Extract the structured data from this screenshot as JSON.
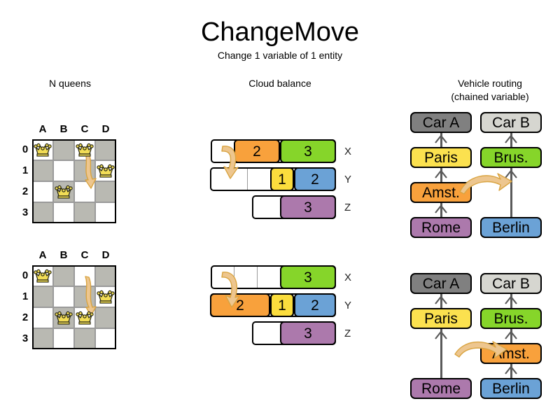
{
  "title": "ChangeMove",
  "subtitle": "Change 1 variable of 1 entity",
  "sections": {
    "nqueens": {
      "heading": "N queens"
    },
    "cloud": {
      "heading": "Cloud balance"
    },
    "vrp": {
      "heading_line1": "Vehicle routing",
      "heading_line2": "(chained variable)"
    }
  },
  "nqueens": {
    "column_labels": [
      "A",
      "B",
      "C",
      "D"
    ],
    "row_labels": [
      "0",
      "1",
      "2",
      "3"
    ],
    "before": {
      "queens": [
        {
          "col": 0,
          "row": 0,
          "label": "queen-A0"
        },
        {
          "col": 2,
          "row": 0,
          "label": "queen-C0"
        },
        {
          "col": 3,
          "row": 1,
          "label": "queen-D1"
        },
        {
          "col": 1,
          "row": 2,
          "label": "queen-B2"
        }
      ],
      "move": {
        "from_col": 2,
        "from_row": 0,
        "to_col": 2,
        "to_row": 2
      }
    },
    "after": {
      "queens": [
        {
          "col": 0,
          "row": 0,
          "label": "queen-A0"
        },
        {
          "col": 3,
          "row": 1,
          "label": "queen-D1"
        },
        {
          "col": 1,
          "row": 2,
          "label": "queen-B2"
        },
        {
          "col": 2,
          "row": 2,
          "label": "queen-C2"
        }
      ],
      "move": {
        "from_col": 2,
        "from_row": 0,
        "to_col": 2,
        "to_row": 2
      }
    }
  },
  "cloud": {
    "before": {
      "rows": [
        {
          "label": "X",
          "segments": [
            {
              "kind": "empty",
              "value": "",
              "color": "#ffffff",
              "width": 33
            },
            {
              "kind": "process",
              "value": "2",
              "color": "#f8a13c",
              "width": 66
            },
            {
              "kind": "process",
              "value": "3",
              "color": "#86d52a",
              "width": 80
            }
          ]
        },
        {
          "label": "Y",
          "segments": [
            {
              "kind": "empty",
              "value": "",
              "color": "#ffffff",
              "width": 53
            },
            {
              "kind": "empty",
              "value": "",
              "color": "#ffffff",
              "width": 33
            },
            {
              "kind": "process",
              "value": "1",
              "color": "#fbdd3d",
              "width": 34
            },
            {
              "kind": "process",
              "value": "2",
              "color": "#6ba2d6",
              "width": 60
            }
          ]
        },
        {
          "label": "Z",
          "segments": [
            {
              "kind": "empty",
              "value": "",
              "color": "#ffffff",
              "width": 40
            },
            {
              "kind": "process",
              "value": "3",
              "color": "#ac79ac",
              "width": 80
            }
          ]
        }
      ]
    },
    "after": {
      "rows": [
        {
          "label": "X",
          "segments": [
            {
              "kind": "empty",
              "value": "",
              "color": "#ffffff",
              "width": 33
            },
            {
              "kind": "empty",
              "value": "",
              "color": "#ffffff",
              "width": 33
            },
            {
              "kind": "empty",
              "value": "",
              "color": "#ffffff",
              "width": 33
            },
            {
              "kind": "process",
              "value": "3",
              "color": "#86d52a",
              "width": 80
            }
          ]
        },
        {
          "label": "Y",
          "segments": [
            {
              "kind": "process",
              "value": "2",
              "color": "#f8a13c",
              "width": 86
            },
            {
              "kind": "process",
              "value": "1",
              "color": "#fbdd3d",
              "width": 34
            },
            {
              "kind": "process",
              "value": "2",
              "color": "#6ba2d6",
              "width": 60
            }
          ]
        },
        {
          "label": "Z",
          "segments": [
            {
              "kind": "empty",
              "value": "",
              "color": "#ffffff",
              "width": 40
            },
            {
              "kind": "process",
              "value": "3",
              "color": "#ac79ac",
              "width": 80
            }
          ]
        }
      ]
    }
  },
  "vrp": {
    "before": {
      "chain_a": [
        "Rome",
        "Amst.",
        "Paris",
        "Car A"
      ],
      "chain_b": [
        "Berlin",
        "Brus.",
        "Car B"
      ]
    },
    "after": {
      "chain_a": [
        "Rome",
        "Paris",
        "Car A"
      ],
      "chain_b": [
        "Berlin",
        "Amst.",
        "Brus.",
        "Car B"
      ]
    },
    "node_colors": {
      "Car A": "#808080",
      "Car B": "#d6d6d0",
      "Paris": "#fbe14f",
      "Brus.": "#86d52a",
      "Amst.": "#f8a13c",
      "Rome": "#ac79ac",
      "Berlin": "#6ba2d6"
    }
  },
  "colors": {
    "arrow_fill": "#edc68f",
    "arrow_stroke": "#d9a441",
    "arrow_fill_strong": "#e8a83c",
    "board_dark": "#b9b9b2",
    "board_light": "#ffffff",
    "chain_link": "#5a5a5a",
    "queen_gold": "#f2dd56",
    "queen_outline": "#2a2a16"
  }
}
